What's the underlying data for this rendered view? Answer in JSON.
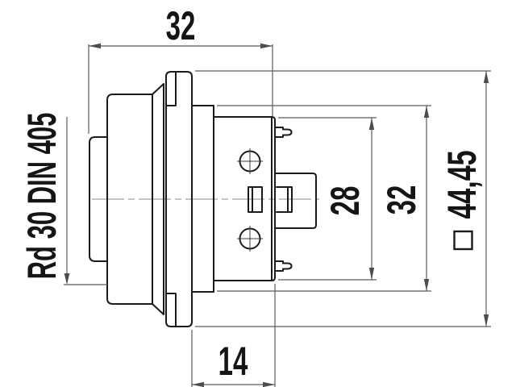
{
  "drawing": {
    "thread_label": "Rd 30 DIN 405",
    "dim_overall_length": "32",
    "dim_rear_length": "14",
    "dim_rear_flange_height": "28",
    "dim_body_height": "32",
    "dim_square_flange": "44,45",
    "square_symbol": "□"
  },
  "colors": {
    "background": "#ffffff",
    "part_outline": "#1b1b1b",
    "dimension_lines": "#5c5c5c",
    "arrowheads": "#4d4d4d",
    "centerline": "#8a8a8a",
    "text": "#151515"
  }
}
